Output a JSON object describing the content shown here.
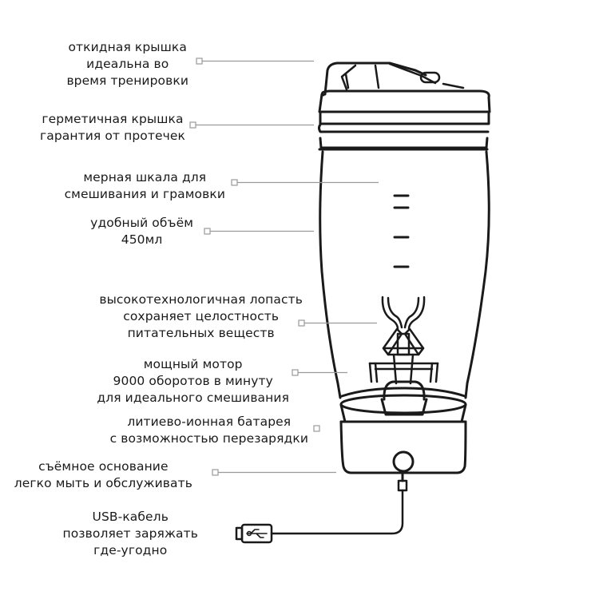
{
  "callouts": [
    {
      "id": "flip-lid",
      "lines": [
        "откидная крышка",
        "идеальна во",
        "время тренировки"
      ]
    },
    {
      "id": "sealed-lid",
      "lines": [
        "герметичная крышка",
        "гарантия от протечек"
      ]
    },
    {
      "id": "scale",
      "lines": [
        "мерная шкала для",
        "смешивания и грамовки"
      ]
    },
    {
      "id": "volume",
      "lines": [
        "удобный объём",
        "450мл"
      ]
    },
    {
      "id": "blade",
      "lines": [
        "высокотехнологичная лопасть",
        "сохраняет целостность",
        "питательных веществ"
      ]
    },
    {
      "id": "motor",
      "lines": [
        "мощный мотор",
        "9000 оборотов в минуту",
        "для идеального смешивания"
      ]
    },
    {
      "id": "battery",
      "lines": [
        "литиево-ионная батарея",
        "с возможностью перезарядки"
      ]
    },
    {
      "id": "base",
      "lines": [
        "съёмное основание",
        "легко мыть и обслуживать"
      ]
    },
    {
      "id": "usb",
      "lines": [
        "USB-кабель",
        "позволяет заряжать",
        "где-угодно"
      ]
    }
  ],
  "colors": {
    "line": "#1a1a1a",
    "leader": "#9a9a9a",
    "text": "#1a1a1a"
  }
}
